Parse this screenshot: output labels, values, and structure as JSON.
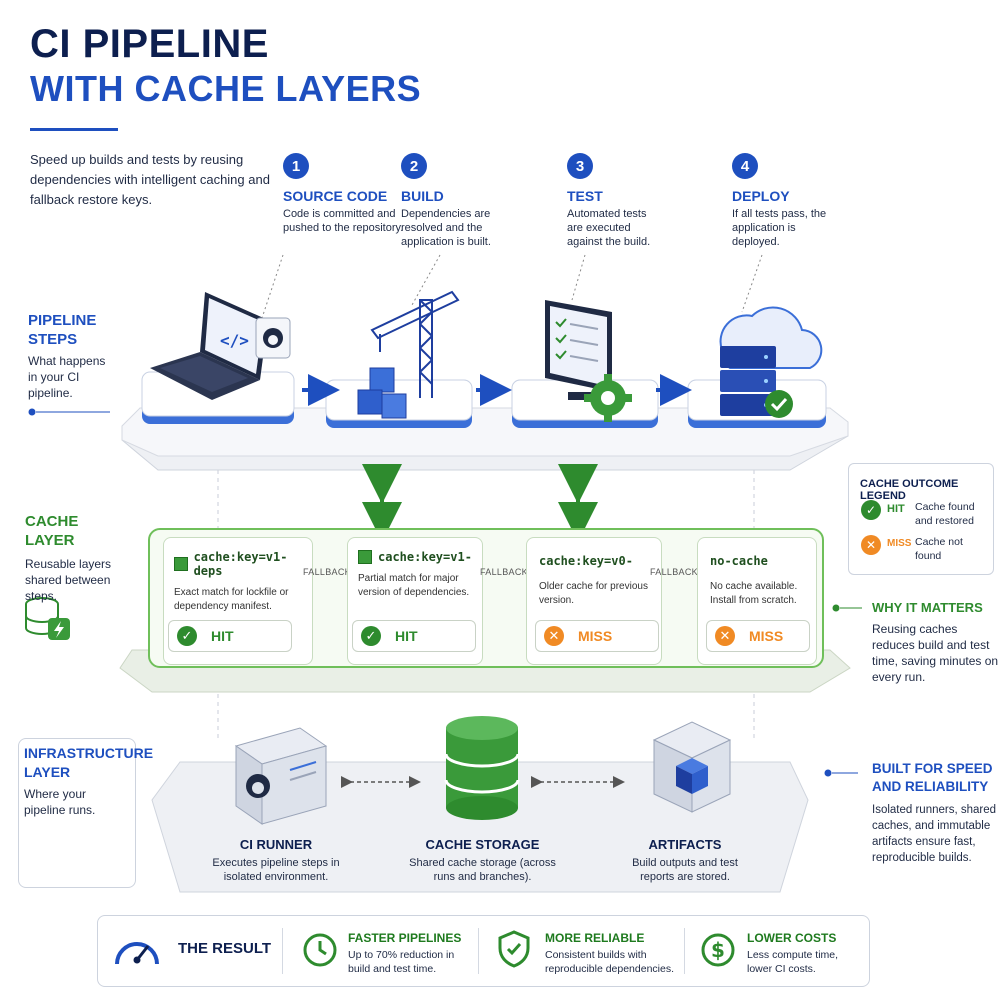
{
  "header": {
    "title_line1": "CI PIPELINE",
    "title_line2": "WITH CACHE LAYERS",
    "intro": "Speed up builds and tests by reusing dependencies with intelligent caching and fallback restore keys."
  },
  "steps": [
    {
      "num": "1",
      "title": "SOURCE CODE",
      "desc": "Code is committed and pushed to the repository."
    },
    {
      "num": "2",
      "title": "BUILD",
      "desc": "Dependencies are resolved and the application is built."
    },
    {
      "num": "3",
      "title": "TEST",
      "desc": "Automated tests are executed against the build."
    },
    {
      "num": "4",
      "title": "DEPLOY",
      "desc": "If all tests pass, the application is deployed."
    }
  ],
  "pipeline_steps": {
    "title": "PIPELINE STEPS",
    "desc": "What happens in your CI pipeline."
  },
  "cache_layer": {
    "title": "CACHE LAYER",
    "desc": "Reusable layers shared between steps."
  },
  "infrastructure": {
    "title": "INFRASTRUCTURE LAYER",
    "desc": "Where your pipeline runs."
  },
  "legend": {
    "title": "CACHE OUTCOME LEGEND",
    "items": [
      {
        "status": "HIT",
        "desc": "Cache found and restored",
        "color": "#2e8b2e"
      },
      {
        "status": "MISS",
        "desc": "Cache not found",
        "color": "#f08a24"
      }
    ]
  },
  "why_it_matters": {
    "title": "WHY IT MATTERS",
    "desc": "Reusing caches reduces build and test time, saving minutes on every run."
  },
  "built_for": {
    "title": "BUILT FOR SPEED AND RELIABILITY",
    "desc": "Isolated runners, shared caches, and immutable artifacts ensure fast, reproducible builds."
  },
  "cache_keys": [
    {
      "key": "cache:key=v1-deps",
      "desc": "Exact match for lockfile or dependency manifest.",
      "status": "HIT"
    },
    {
      "key": "cache:key=v1-",
      "desc": "Partial match for major version of dependencies.",
      "status": "HIT"
    },
    {
      "key": "cache:key=v0-",
      "desc": "Older cache for previous version.",
      "status": "MISS"
    },
    {
      "key": "no-cache",
      "desc": "No cache available. Install from scratch.",
      "status": "MISS"
    }
  ],
  "fallback_label": "FALLBACK",
  "infra_items": [
    {
      "title": "CI RUNNER",
      "desc": "Executes pipeline steps in isolated environment."
    },
    {
      "title": "CACHE STORAGE",
      "desc": "Shared cache storage (across runs and branches)."
    },
    {
      "title": "ARTIFACTS",
      "desc": "Build outputs and test reports are stored."
    }
  ],
  "result": {
    "title": "THE RESULT",
    "items": [
      {
        "title": "FASTER PIPELINES",
        "desc": "Up to 70% reduction in build and test time."
      },
      {
        "title": "MORE RELIABLE",
        "desc": "Consistent builds with reproducible dependencies."
      },
      {
        "title": "LOWER COSTS",
        "desc": "Less compute time, lower CI costs."
      }
    ]
  },
  "colors": {
    "navy": "#0d1f4f",
    "blue": "#1e4fbf",
    "green": "#2e8b2e",
    "orange": "#f08a24"
  }
}
